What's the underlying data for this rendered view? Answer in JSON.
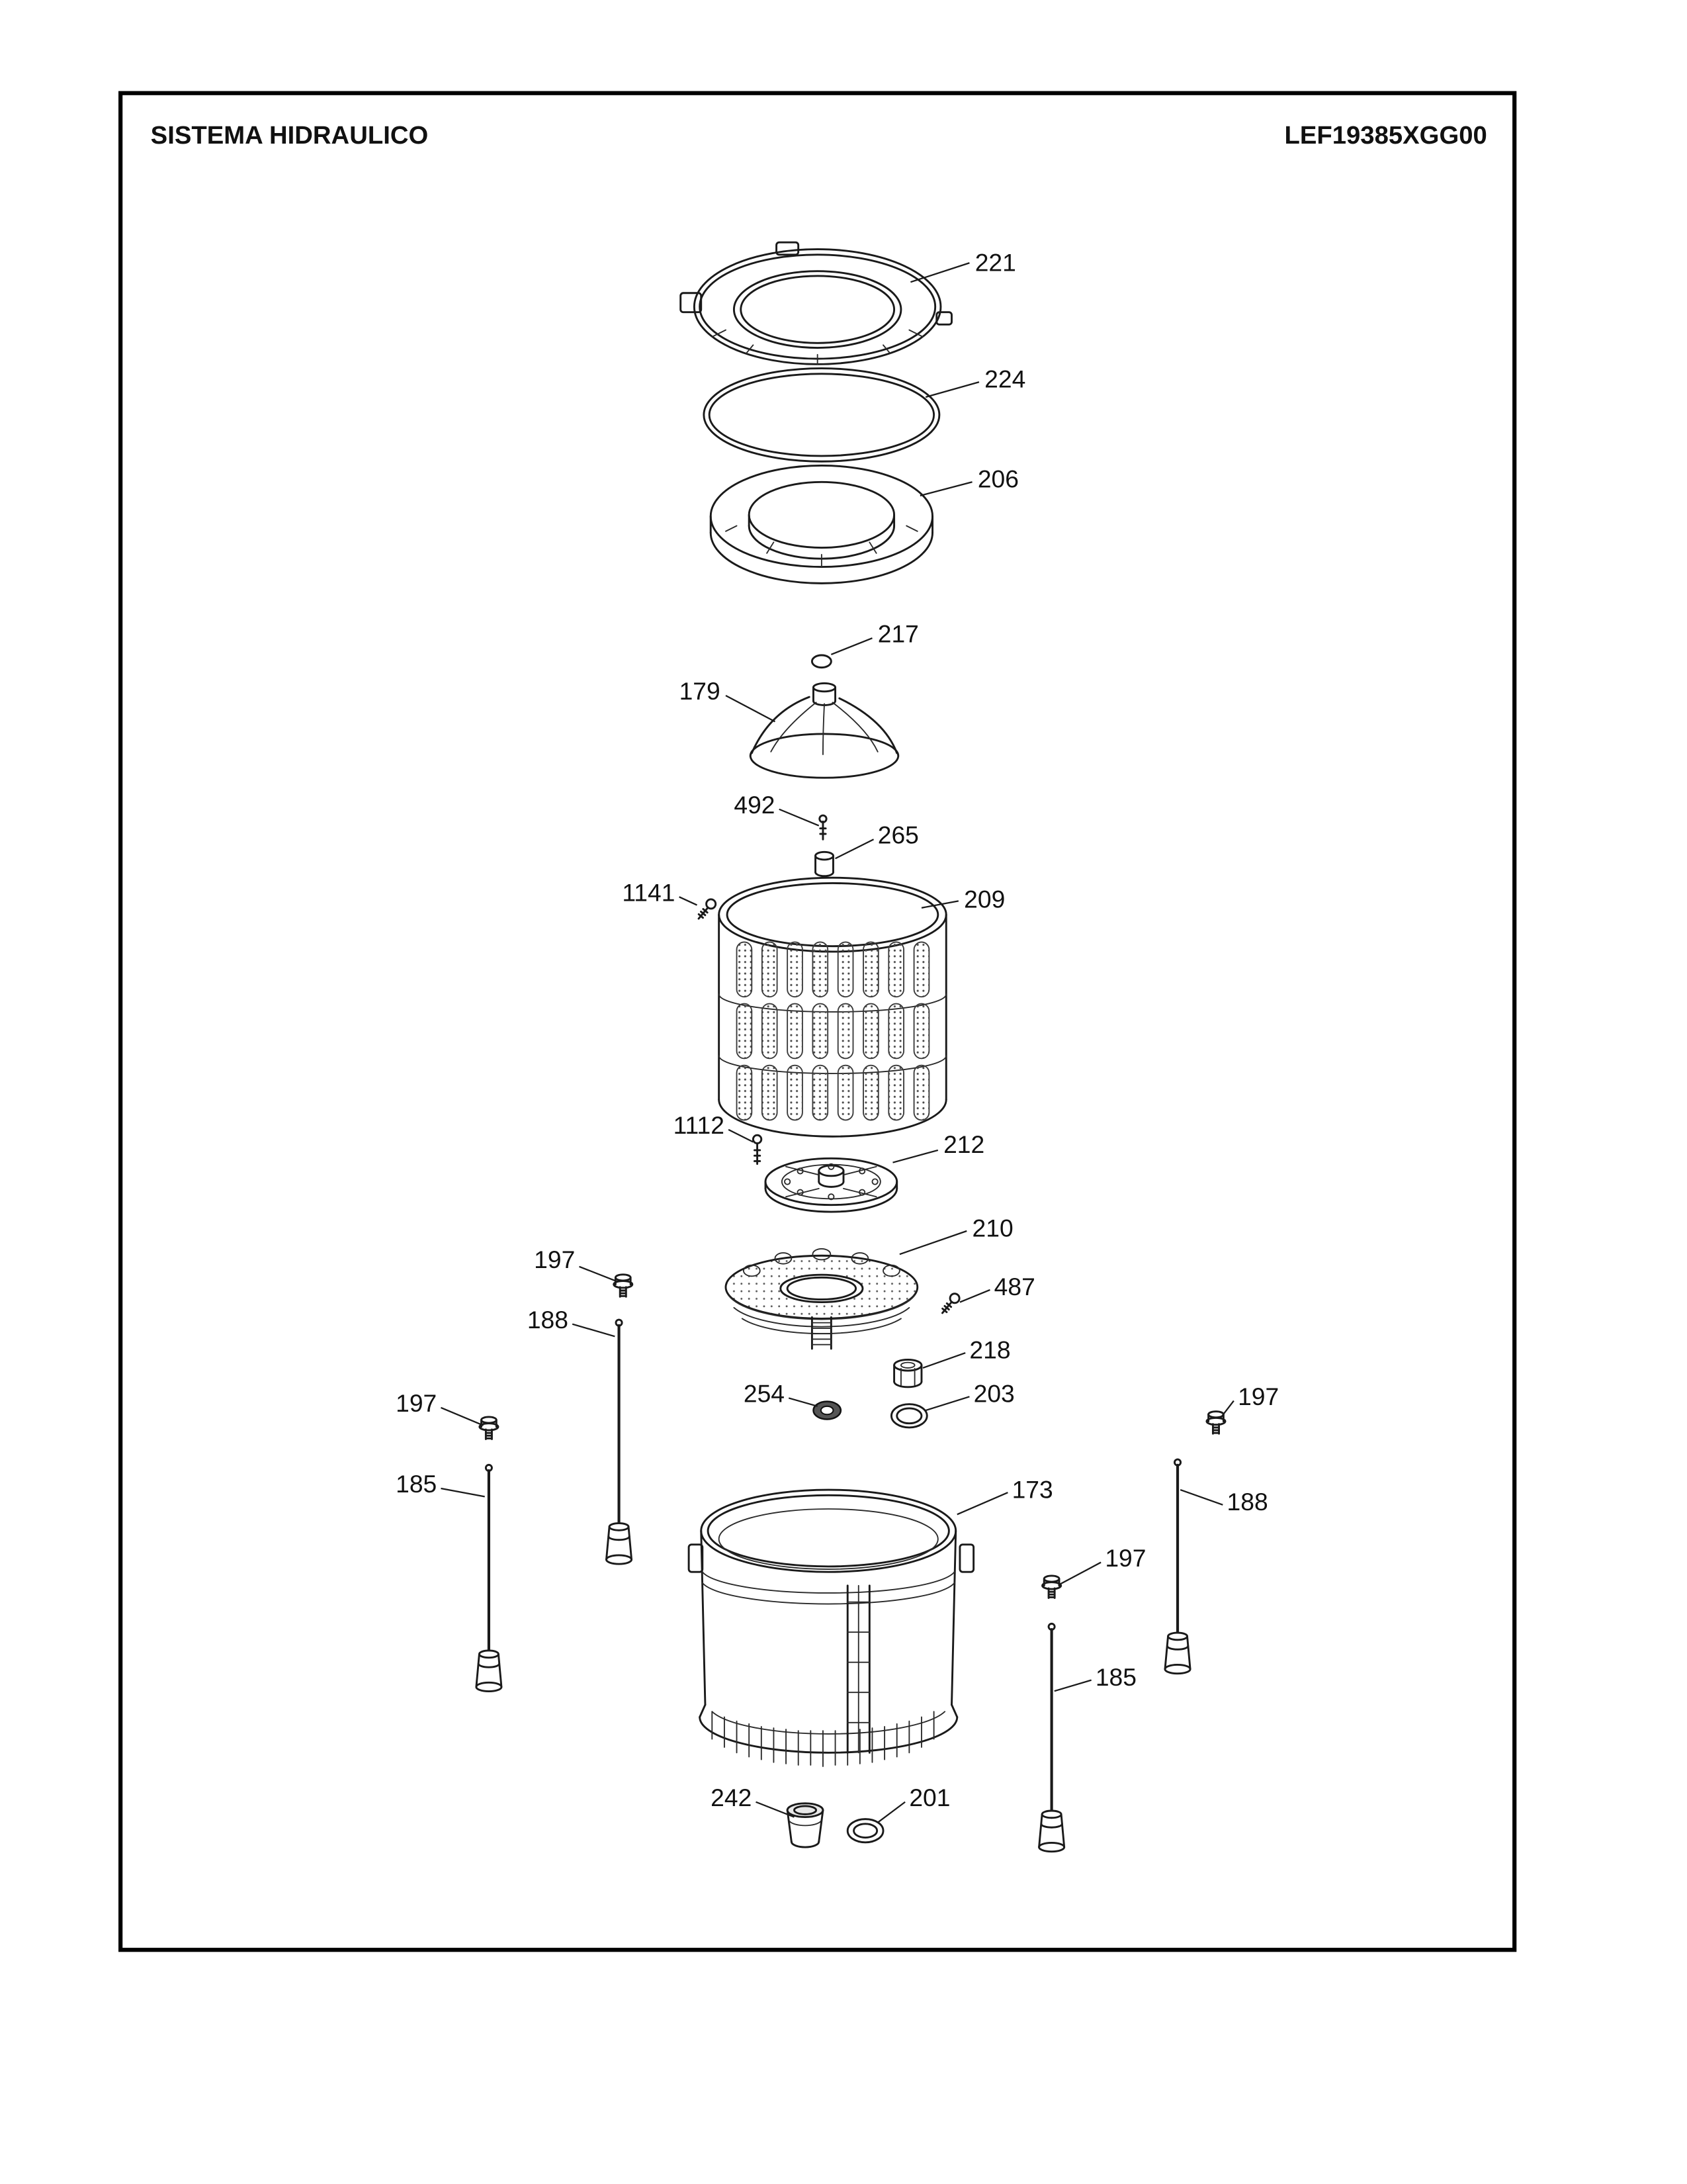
{
  "header": {
    "title": "SISTEMA HIDRAULICO",
    "doc_number": "LEF19385XGG00"
  },
  "callouts": {
    "221": "221",
    "224": "224",
    "206": "206",
    "217": "217",
    "179": "179",
    "492": "492",
    "265": "265",
    "1141": "1141",
    "209": "209",
    "1112": "1112",
    "212": "212",
    "210": "210",
    "487": "487",
    "218": "218",
    "254": "254",
    "203": "203",
    "197": "197",
    "188": "188",
    "185": "185",
    "173": "173",
    "242": "242",
    "201": "201"
  }
}
